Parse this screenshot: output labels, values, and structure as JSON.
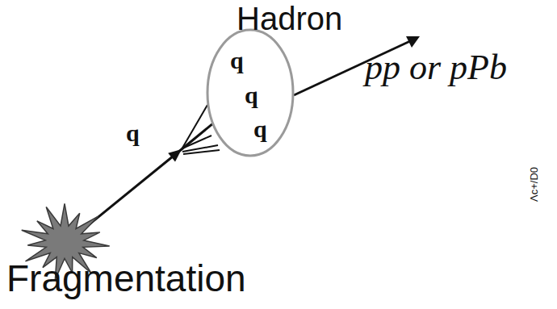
{
  "diagram": {
    "nodes": [
      {
        "text": [
          "Hadron",
          "q",
          "q",
          "q"
        ]
      },
      {
        "text": [
          "Fragmentation"
        ]
      }
    ],
    "edges": [
      {
        "from": 1,
        "to": 0,
        "arrow": "to",
        "label": "q"
      }
    ],
    "labels": [
      "pp or pPb",
      "Λc+/D0"
    ]
  }
}
